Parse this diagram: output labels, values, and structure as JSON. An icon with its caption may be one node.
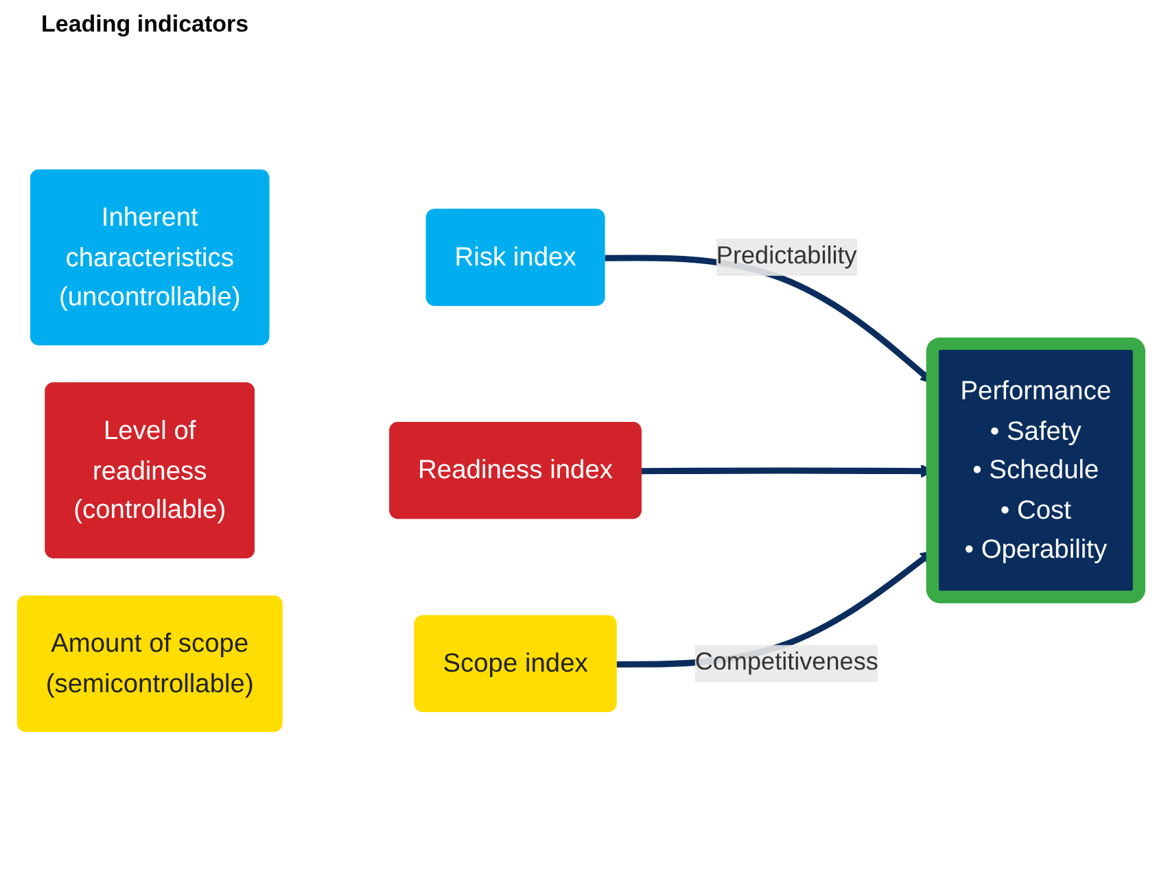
{
  "diagram": {
    "title": "Leading indicators",
    "nodes": [
      {
        "text": [
          "Inherent characteristics (uncontrollable)"
        ]
      },
      {
        "text": [
          "Risk index"
        ]
      },
      {
        "text": [
          "Level of readiness (controllable)"
        ]
      },
      {
        "text": [
          "Readiness index"
        ]
      },
      {
        "text": [
          "Amount of scope (semicontrollable)"
        ]
      },
      {
        "text": [
          "Scope index"
        ]
      },
      {
        "text": [
          "Performance",
          "• Safety",
          "• Schedule",
          "• Cost",
          "• Operability"
        ]
      }
    ],
    "edges": [
      {
        "from": 1,
        "to": 6,
        "arrow": "to",
        "label": "Predictability"
      },
      {
        "from": 3,
        "to": 6,
        "arrow": "to"
      },
      {
        "from": 5,
        "to": 6,
        "arrow": "to",
        "label": "Competitiveness"
      }
    ]
  }
}
